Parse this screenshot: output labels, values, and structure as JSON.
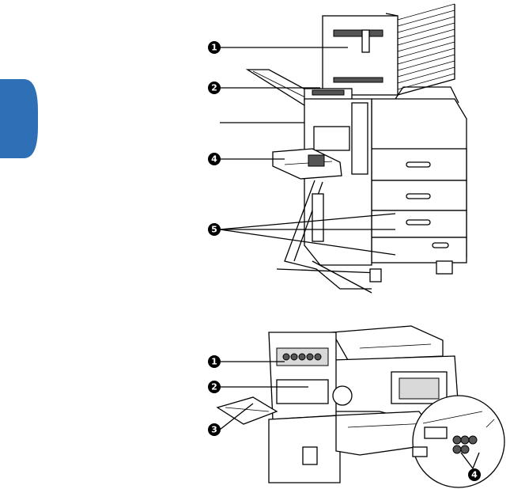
{
  "diagram_top": {
    "callouts": [
      {
        "num": "1"
      },
      {
        "num": "2"
      },
      {
        "num": "4"
      },
      {
        "num": "5"
      }
    ]
  },
  "diagram_bottom": {
    "callouts": [
      {
        "num": "1"
      },
      {
        "num": "2"
      },
      {
        "num": "3"
      },
      {
        "num": "4"
      }
    ]
  },
  "colors": {
    "tab": "#2f6fb5",
    "callout": "#000000",
    "line": "#000000"
  }
}
